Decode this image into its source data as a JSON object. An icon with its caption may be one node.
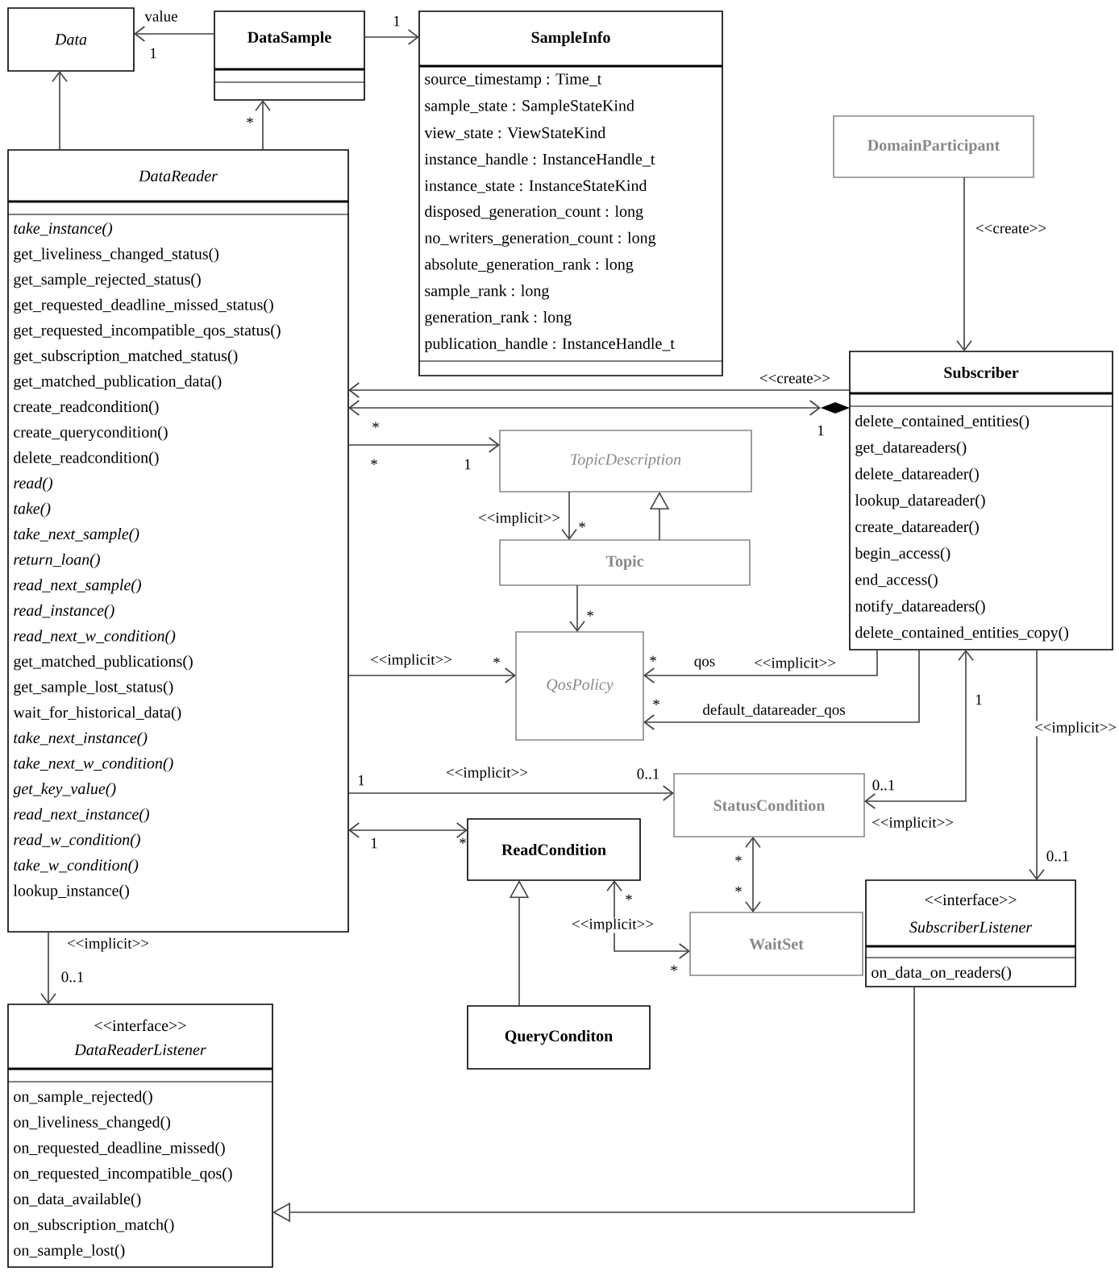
{
  "diagram": {
    "nodes": [
      {
        "text": [
          "Data"
        ]
      },
      {
        "text": [
          "DataSample"
        ]
      },
      {
        "text": [
          "SampleInfo",
          "source_timestamp : Time_t",
          "sample_state : SampleStateKind",
          "view_state : ViewStateKind",
          "instance_handle : InstanceHandle_t",
          "instance_state : InstanceStateKind",
          "disposed_generation_count : long",
          "no_writers_generation_count : long",
          "absolute_generation_rank : long",
          "sample_rank : long",
          "generation_rank : long",
          "publication_handle : InstanceHandle_t"
        ]
      },
      {
        "text": [
          "DomainParticipant"
        ]
      },
      {
        "text": [
          "DataReader",
          "take_instance()",
          "get_liveliness_changed_status()",
          "get_sample_rejected_status()",
          "get_requested_deadline_missed_status()",
          "get_requested_incompatible_qos_status()",
          "get_subscription_matched_status()",
          "get_matched_publication_data()",
          "create_readcondition()",
          "create_querycondition()",
          "delete_readcondition()",
          "read()",
          "take()",
          "take_next_sample()",
          "return_loan()",
          "read_next_sample()",
          "read_instance()",
          "read_next_w_condition()",
          "get_matched_publications()",
          "get_sample_lost_status()",
          "wait_for_historical_data()",
          "take_next_instance()",
          "take_next_w_condition()",
          "get_key_value()",
          "read_next_instance()",
          "read_w_condition()",
          "take_w_condition()",
          "lookup_instance()"
        ]
      },
      {
        "text": [
          "Subscriber",
          "delete_contained_entities()",
          "get_datareaders()",
          "delete_datareader()",
          "lookup_datareader()",
          "create_datareader()",
          "begin_access()",
          "end_access()",
          "notify_datareaders()",
          "delete_contained_entities_copy()"
        ]
      },
      {
        "text": [
          "TopicDescription"
        ]
      },
      {
        "text": [
          "Topic"
        ]
      },
      {
        "text": [
          "QosPolicy"
        ]
      },
      {
        "text": [
          "StatusCondition"
        ]
      },
      {
        "text": [
          "ReadCondition"
        ]
      },
      {
        "text": [
          "WaitSet"
        ]
      },
      {
        "text": [
          "QueryConditon"
        ]
      },
      {
        "text": [
          "<<interface>>",
          "SubscriberListener",
          "on_data_on_readers()"
        ]
      },
      {
        "text": [
          "<<interface>>",
          "DataReaderListener",
          "on_sample_rejected()",
          "on_liveliness_changed()",
          "on_requested_deadline_missed()",
          "on_requested_incompatible_qos()",
          "on_data_available()",
          "on_subscription_match()",
          "on_sample_lost()"
        ]
      }
    ],
    "edges": [
      {
        "from": 1,
        "to": 0,
        "arrow": "to",
        "label": "value"
      },
      {
        "from": 1,
        "to": 2,
        "arrow": "to"
      },
      {
        "from": 4,
        "to": 0,
        "arrow": "to"
      },
      {
        "from": 4,
        "to": 1,
        "arrow": "to"
      },
      {
        "from": 3,
        "to": 5,
        "arrow": "to",
        "label": "<<create>>"
      },
      {
        "from": 5,
        "to": 4,
        "arrow": "to",
        "label": "<<create>>"
      },
      {
        "from": 5,
        "to": 4,
        "arrow": "both"
      },
      {
        "from": 4,
        "to": 6,
        "arrow": "to"
      },
      {
        "from": 6,
        "to": 7,
        "arrow": "to",
        "label": "<<implicit>>"
      },
      {
        "from": 7,
        "to": 6,
        "arrow": "to"
      },
      {
        "from": 7,
        "to": 8,
        "arrow": "to"
      },
      {
        "from": 4,
        "to": 8,
        "arrow": "to",
        "label": "<<implicit>>"
      },
      {
        "from": 5,
        "to": 8,
        "arrow": "to",
        "label": "<<implicit>>"
      },
      {
        "from": 5,
        "to": 8,
        "arrow": "to",
        "label": "default_datareader_qos"
      },
      {
        "from": 4,
        "to": 9,
        "arrow": "to",
        "label": "<<implicit>>"
      },
      {
        "from": 4,
        "to": 10,
        "arrow": "both"
      },
      {
        "from": 5,
        "to": 9,
        "arrow": "both",
        "label": "<<implicit>>"
      },
      {
        "from": 9,
        "to": 11,
        "arrow": "both"
      },
      {
        "from": 10,
        "to": 11,
        "arrow": "both",
        "label": "<<implicit>>"
      },
      {
        "from": 12,
        "to": 10,
        "arrow": "to"
      },
      {
        "from": 4,
        "to": 14,
        "arrow": "to",
        "label": "<<implicit>>"
      },
      {
        "from": 5,
        "to": 13,
        "arrow": "to",
        "label": "<<implicit>>"
      },
      {
        "from": 13,
        "to": 14,
        "arrow": "to"
      }
    ],
    "labels": [
      "1",
      "1",
      "*",
      "*",
      "1",
      "*",
      "1",
      "*",
      "*",
      "*",
      "*",
      "qos",
      "*",
      "1",
      "1",
      "0..1",
      "0..1",
      "1",
      "*",
      "*",
      "*",
      "*",
      "*",
      "0..1",
      "0..1"
    ]
  }
}
